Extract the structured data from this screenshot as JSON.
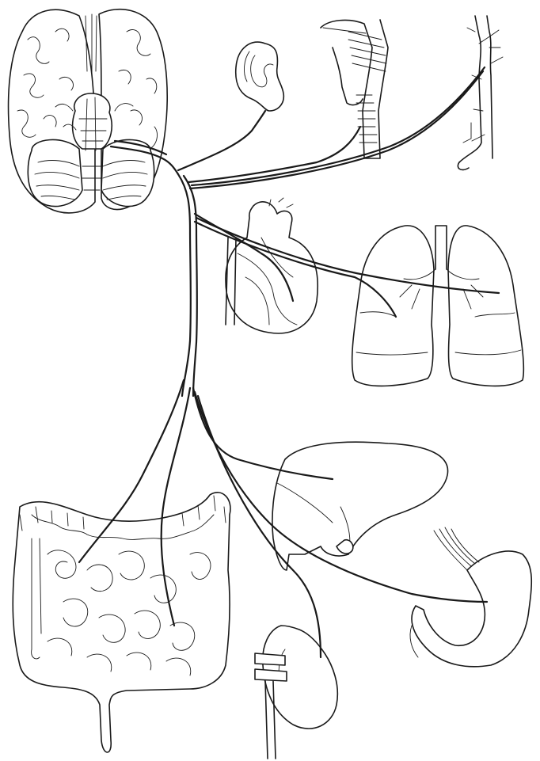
{
  "diagram": {
    "kind": "anatomical line drawing",
    "organs": [
      "brain",
      "ear",
      "larynx",
      "bronchi",
      "heart",
      "lungs",
      "liver",
      "stomach",
      "intestines",
      "kidney"
    ],
    "colors": {
      "line": "#1a1a1a",
      "background": "#ffffff"
    }
  }
}
